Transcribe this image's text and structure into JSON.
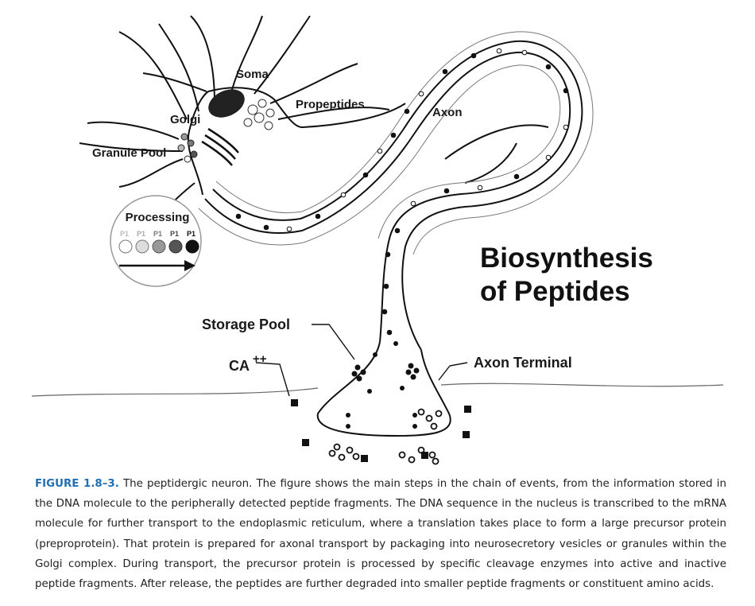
{
  "figure": {
    "labels": {
      "soma": "Soma",
      "golgi": "Golgi",
      "granule_pool": "Granule Pool",
      "propeptides": "Propeptides",
      "axon": "Axon",
      "processing": "Processing",
      "storage_pool": "Storage Pool",
      "ca": "CA",
      "ca_charge": "++",
      "axon_terminal": "Axon Terminal",
      "title_line1": "Biosynthesis",
      "title_line2": "of Peptides"
    },
    "processing_stages": [
      "P1",
      "P1",
      "P1",
      "P1",
      "P1"
    ]
  },
  "caption": {
    "label": "FIGURE 1.8–3.",
    "text": " The peptidergic neuron. The figure shows the main steps in the chain of events, from the information stored in the DNA molecule to the peripherally detected peptide fragments. The DNA sequence in the nucleus is transcribed to the mRNA molecule for further transport to the endoplasmic reticulum, where a translation takes place to form a large precursor protein (preproprotein). That protein is prepared for axonal transport by packaging into neurosecretory vesicles or granules within the Golgi complex. During transport, the precursor protein is processed by specific cleavage enzymes into active and inactive peptide fragments. After release, the peptides are further degraded into smaller peptide fragments or constituent amino acids."
  }
}
